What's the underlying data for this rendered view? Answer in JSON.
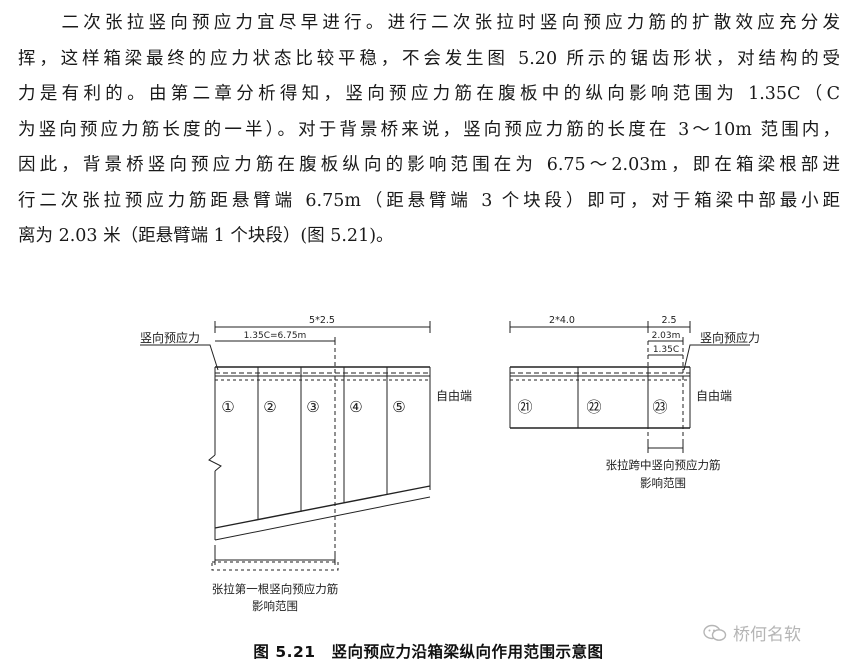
{
  "paragraph": {
    "lines": [
      "　　二次张拉竖向预应力宜尽早进行。进行二次张拉时竖向预应力筋的扩散效应充分发",
      "挥，这样箱梁最终的应力状态比较平稳，不会发生图 5.20 所示的锯齿形状，对结构的受",
      "力是有利的。由第二章分析得知，竖向预应力筋在腹板中的纵向影响范围为 1.35C（C",
      "为竖向预应力筋长度的一半）。对于背景桥来说，竖向预应力筋的长度在 3～10m 范围内，",
      "因此，背景桥竖向预应力筋在腹板纵向的影响范围在为 6.75～2.03m，即在箱梁根部进",
      "行二次张拉预应力筋距悬臂端 6.75m（距悬臂端 3 个块段）即可，对于箱梁中部最小距",
      "离为 2.03 米（距悬臂端 1 个块段）(图 5.21)。"
    ]
  },
  "figure": {
    "left": {
      "dim_top": "5*2.5",
      "dim_inner": "1.35C=6.75m",
      "label_tendon": "竖向预应力",
      "label_free_end": "自由端",
      "segments": [
        "①",
        "②",
        "③",
        "④",
        "⑤"
      ],
      "range_label_1": "张拉第一根竖向预应力筋",
      "range_label_2": "影响范围"
    },
    "right": {
      "dim_top_left": "2*4.0",
      "dim_top_right": "2.5",
      "dim_inner": "2.03m",
      "dim_inner_2": "1.35C",
      "label_tendon": "竖向预应力",
      "label_free_end": "自由端",
      "segments": [
        "㉑",
        "㉒",
        "㉓"
      ],
      "range_label_1": "张拉跨中竖向预应力筋",
      "range_label_2": "影响范围"
    }
  },
  "caption": "图 5.21　竖向预应力沿箱梁纵向作用范围示意图",
  "watermark": "桥何名软"
}
